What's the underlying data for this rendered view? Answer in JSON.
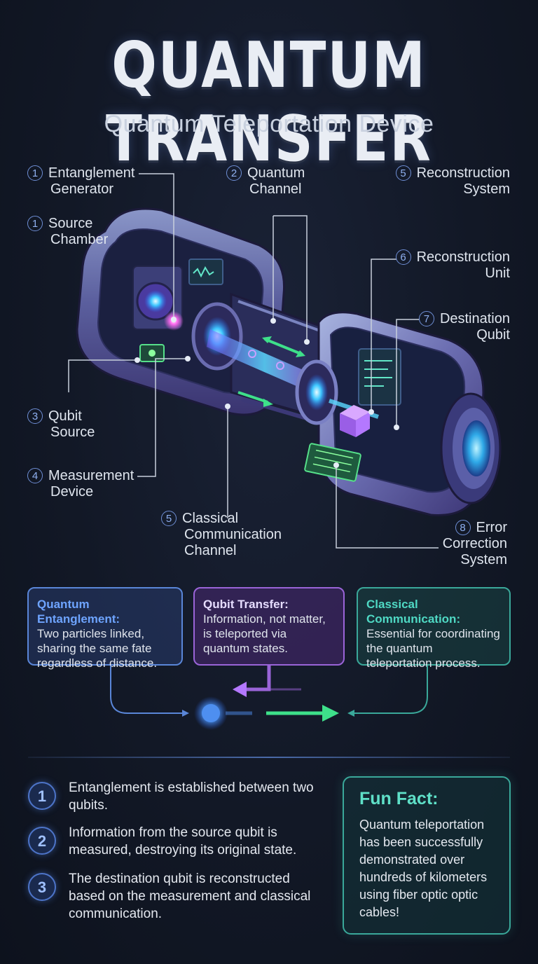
{
  "header": {
    "title": "QUANTUM TRANSFER",
    "subtitle": "Quantum Teleportation Device"
  },
  "callouts": [
    {
      "num": "1",
      "lines": [
        "Entanglement",
        "Generator"
      ]
    },
    {
      "num": "1",
      "lines": [
        "Source",
        "Chamber"
      ]
    },
    {
      "num": "2",
      "lines": [
        "Quantum",
        "Channel"
      ]
    },
    {
      "num": "5",
      "lines": [
        "Reconstruction",
        "System"
      ]
    },
    {
      "num": "6",
      "lines": [
        "Reconstruction",
        "Unit"
      ]
    },
    {
      "num": "7",
      "lines": [
        "Destination",
        "Qubit"
      ]
    },
    {
      "num": "3",
      "lines": [
        "Qubit",
        "Source"
      ]
    },
    {
      "num": "4",
      "lines": [
        "Measurement",
        "Device"
      ]
    },
    {
      "num": "5",
      "lines": [
        "Classical",
        "Communication",
        "Channel"
      ]
    },
    {
      "num": "8",
      "lines": [
        "Error",
        "Correction",
        "System"
      ]
    }
  ],
  "info_boxes": [
    {
      "title": "Quantum Entanglement:",
      "text": "Two particles linked, sharing the same fate regardless of distance."
    },
    {
      "title": "Qubit Transfer:",
      "text": "Information, not matter, is teleported via quantum states."
    },
    {
      "title": "Classical Communication:",
      "text": "Essential for coordinating the quantum teleportation process."
    }
  ],
  "steps": [
    {
      "num": "1",
      "text": "Entanglement is established between two qubits."
    },
    {
      "num": "2",
      "text": "Information from the source qubit is measured, destroying its original state."
    },
    {
      "num": "3",
      "text": "The destination qubit is reconstructed based on the measurement and classical communication."
    }
  ],
  "fun_fact": {
    "title": "Fun Fact:",
    "text": "Quantum teleportation has been successfully demonstrated over hundreds of kilometers using fiber optic optic cables!"
  },
  "colors": {
    "background": "#121826",
    "blue_accent": "#5a86d8",
    "purple_accent": "#9a64d8",
    "teal_accent": "#3aa89a",
    "green_arrow": "#3ee08a"
  }
}
